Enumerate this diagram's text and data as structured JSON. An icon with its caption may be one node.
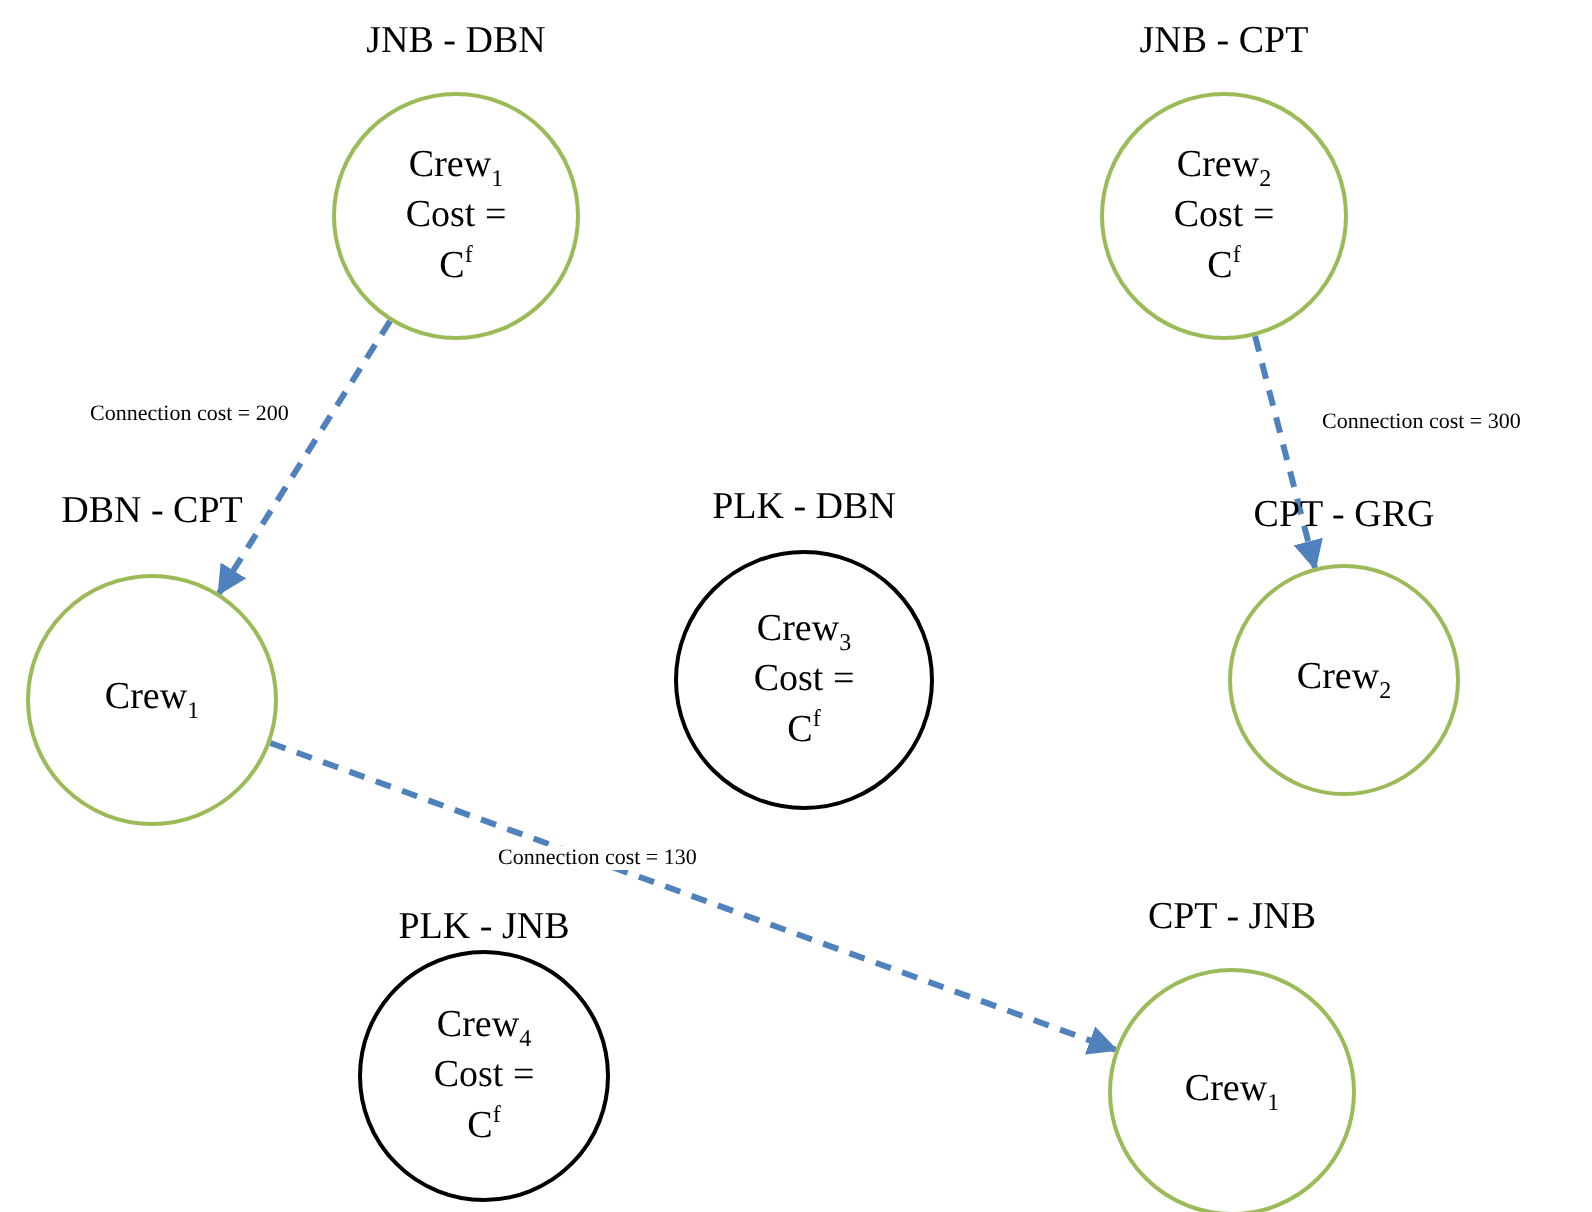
{
  "diagram": {
    "nodes": [
      {
        "text": [
          "JNB - DBN",
          "Crew$_{1}$ Cost = C$^{f}$"
        ]
      },
      {
        "text": [
          "JNB - CPT",
          "Crew$_{2}$ Cost = C$^{f}$"
        ]
      },
      {
        "text": [
          "DBN - CPT",
          "Crew$_{1}$"
        ]
      },
      {
        "text": [
          "PLK - DBN",
          "Crew$_{3}$ Cost = C$^{f}$"
        ]
      },
      {
        "text": [
          "CPT - GRG",
          "Crew$_{2}$"
        ]
      },
      {
        "text": [
          "PLK - JNB",
          "Crew$_{4}$ Cost = C$^{f}$"
        ]
      },
      {
        "text": [
          "CPT - JNB",
          "Crew$_{1}$"
        ]
      }
    ],
    "edges": [
      {
        "from": 0,
        "to": 2,
        "arrow": "to",
        "label": "Connection cost = 200",
        "style": "dashed"
      },
      {
        "from": 1,
        "to": 4,
        "arrow": "to",
        "label": "Connection cost = 300",
        "style": "dashed"
      },
      {
        "from": 2,
        "to": 6,
        "arrow": "to",
        "label": "Connection cost = 130",
        "style": "dashed"
      }
    ]
  }
}
